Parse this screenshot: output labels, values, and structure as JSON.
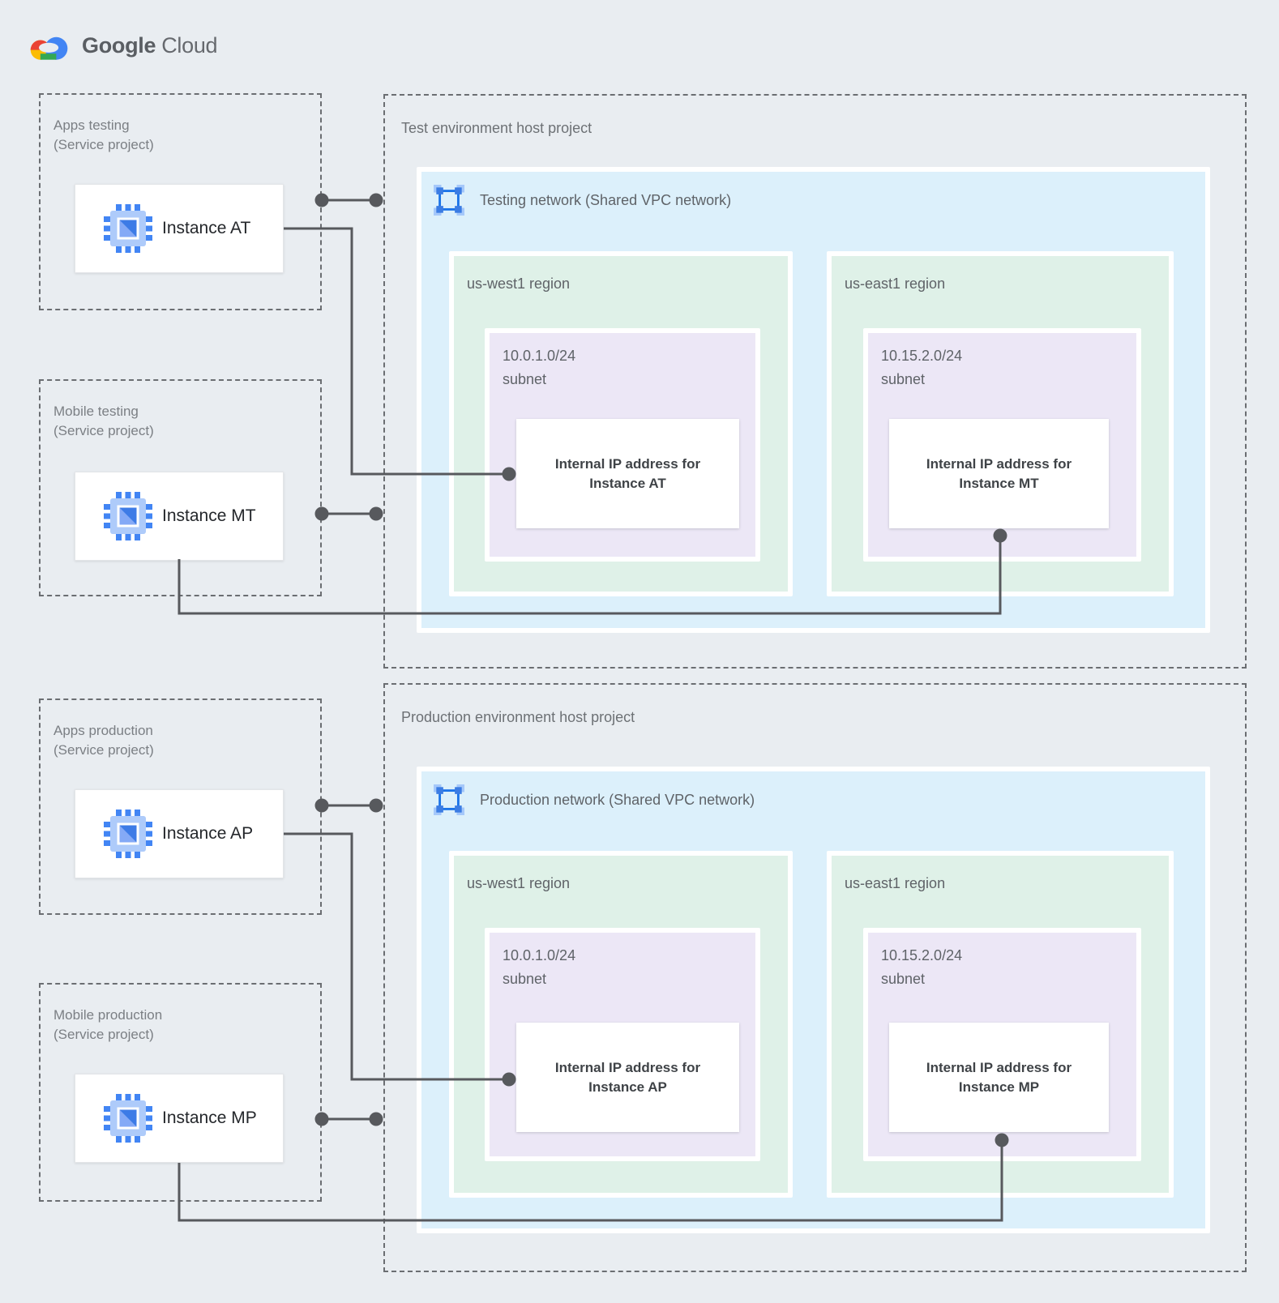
{
  "logo": {
    "primary": "Google",
    "secondary": "Cloud"
  },
  "test": {
    "service_projects": [
      {
        "name": "Apps testing",
        "type": "(Service project)",
        "instance_label": "Instance AT"
      },
      {
        "name": "Mobile testing",
        "type": "(Service project)",
        "instance_label": "Instance MT"
      }
    ],
    "host_title": "Test environment host project",
    "network_label": "Testing network (Shared VPC network)",
    "regions": [
      {
        "name": "us-west1 region",
        "cidr": "10.0.1.0/24",
        "subnet_word": "subnet",
        "ip_line1": "Internal IP address for",
        "ip_line2": "Instance AT"
      },
      {
        "name": "us-east1 region",
        "cidr": "10.15.2.0/24",
        "subnet_word": "subnet",
        "ip_line1": "Internal IP address for",
        "ip_line2": "Instance MT"
      }
    ]
  },
  "production": {
    "service_projects": [
      {
        "name": "Apps production",
        "type": "(Service project)",
        "instance_label": "Instance AP"
      },
      {
        "name": "Mobile production",
        "type": "(Service project)",
        "instance_label": "Instance MP"
      }
    ],
    "host_title": "Production environment host project",
    "network_label": "Production network (Shared VPC network)",
    "regions": [
      {
        "name": "us-west1 region",
        "cidr": "10.0.1.0/24",
        "subnet_word": "subnet",
        "ip_line1": "Internal IP address for",
        "ip_line2": "Instance AP"
      },
      {
        "name": "us-east1 region",
        "cidr": "10.15.2.0/24",
        "subnet_word": "subnet",
        "ip_line1": "Internal IP address for",
        "ip_line2": "Instance MP"
      }
    ]
  },
  "colors": {
    "background": "#e9edf1",
    "network_fill": "#dcf0fb",
    "region_fill": "#dff1e8",
    "subnet_fill": "#ece7f6",
    "connector": "#57595d",
    "dotted_border": "#6b6e72",
    "logo_blue": "#4285f4",
    "logo_red": "#ea4335",
    "logo_yellow": "#fbbc04",
    "logo_green": "#34a853",
    "icon_blue": "#4285f4",
    "icon_light_blue": "#aecbfa",
    "vpc_icon_stroke": "#1a73e8"
  }
}
